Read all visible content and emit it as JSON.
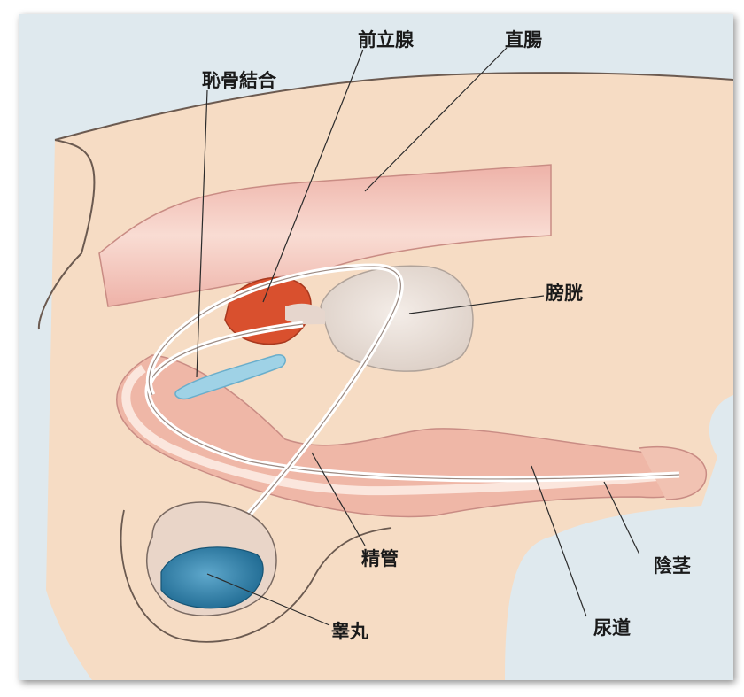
{
  "labels": {
    "pubic_symphysis": "恥骨結合",
    "prostate": "前立腺",
    "rectum": "直腸",
    "bladder": "膀胱",
    "vas_deferens": "精管",
    "penis": "陰茎",
    "testis": "睾丸",
    "urethra": "尿道"
  },
  "colors": {
    "background": "#dfe9ee",
    "skin": "#f6dcc4",
    "rectum": "#f2bfb5",
    "prostate": "#d9502e",
    "bladder": "#ece3dc",
    "testis": "#2e7fa8",
    "bone": "#9fd2e6",
    "leader": "#2b2b2b"
  }
}
